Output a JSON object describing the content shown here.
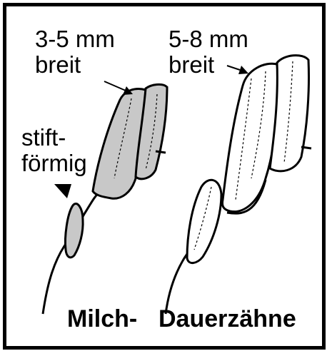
{
  "labels": {
    "milk_width_line1": "3-5 mm",
    "milk_width_line2": "breit",
    "perm_width_line1": "5-8 mm",
    "perm_width_line2": "breit",
    "peg_line1": "stift-",
    "peg_line2": "förmig",
    "caption_milk": "Milch-",
    "caption_perm": "Dauerzähne"
  },
  "colors": {
    "milk_teeth_fill": "#c8c8c8",
    "permanent_teeth_fill": "#ffffff",
    "outline": "#000000"
  }
}
